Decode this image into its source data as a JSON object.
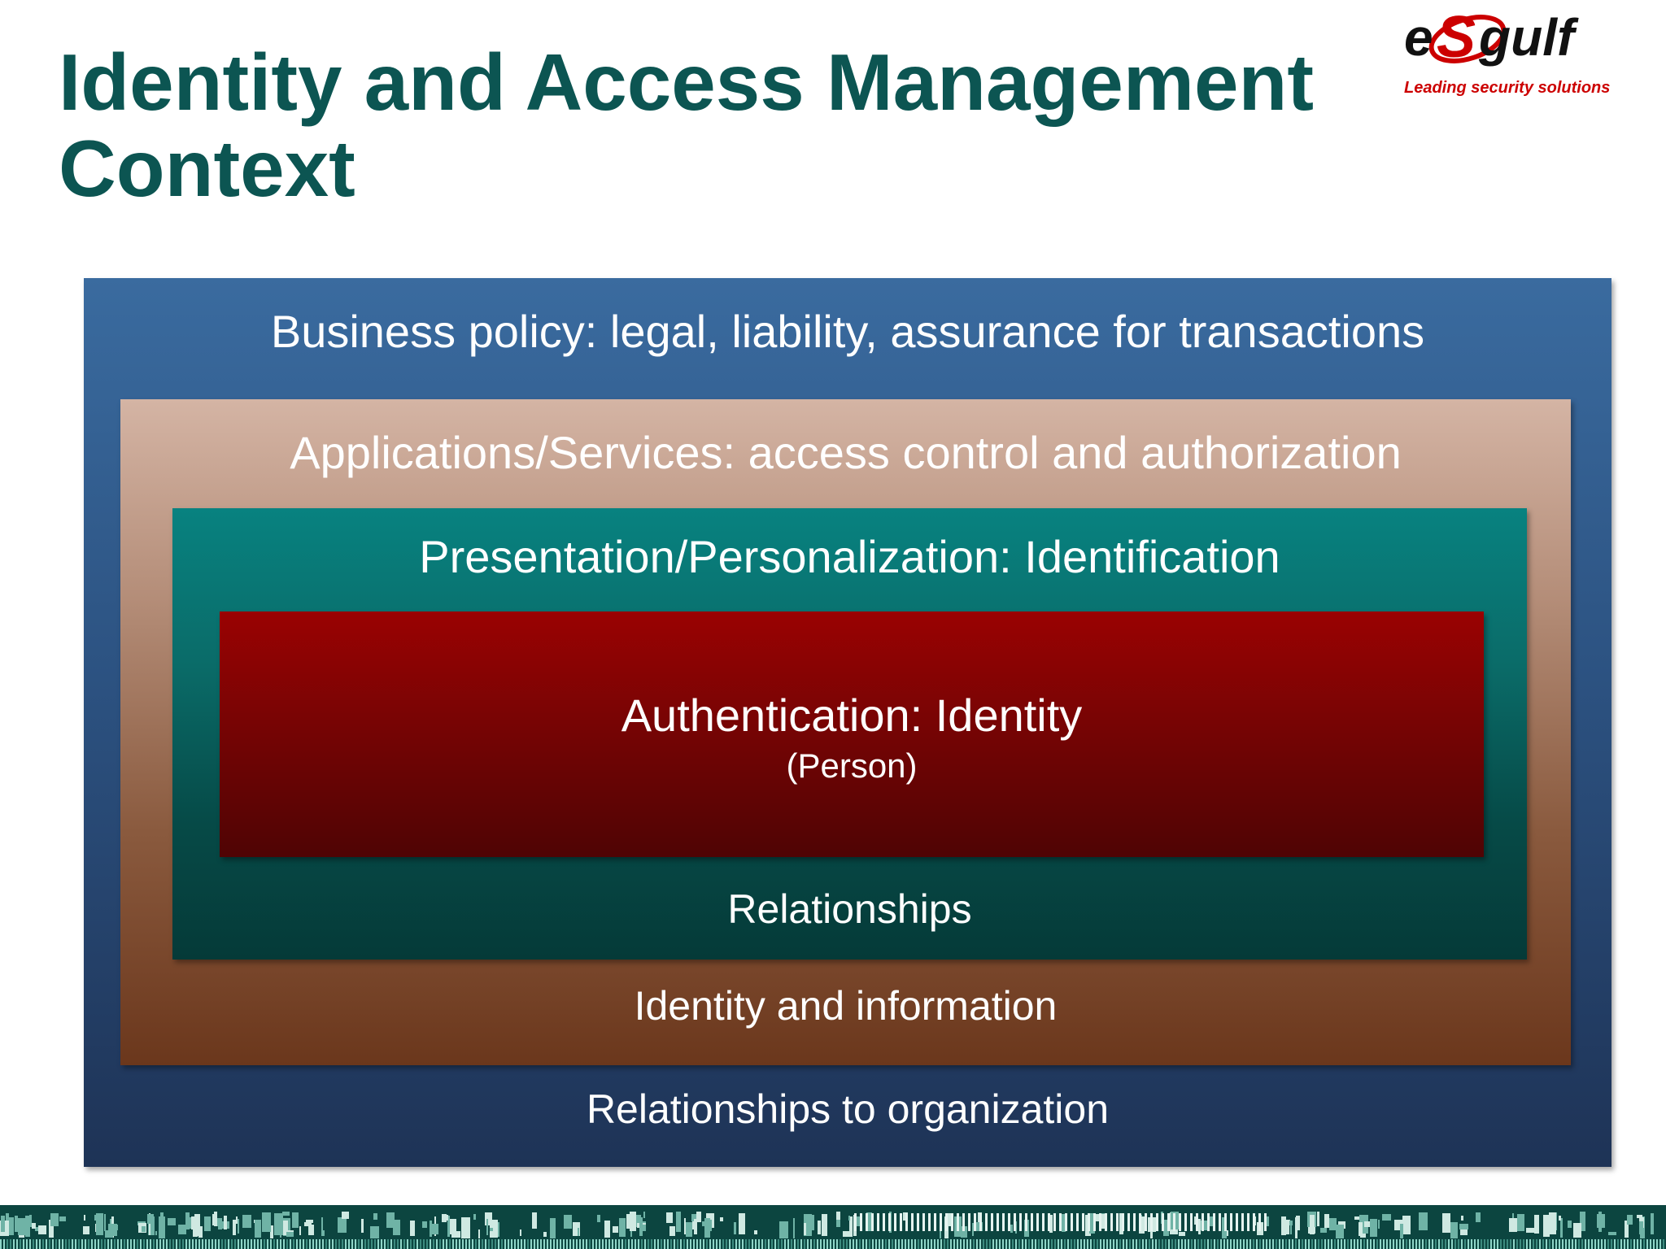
{
  "title": {
    "line1": "Identity and Access Management",
    "line2": "Context"
  },
  "logo": {
    "brand": "eSgulf",
    "tagline": "Leading security solutions",
    "colors": {
      "brand_text": "#111111",
      "accent": "#cc0000",
      "tagline": "#cc0000"
    }
  },
  "diagram": {
    "business": {
      "top_label": "Business policy: legal, liability, assurance for transactions",
      "bottom_label": "Relationships to organization"
    },
    "applications": {
      "top_label": "Applications/Services: access control and authorization",
      "bottom_label": "Identity and information"
    },
    "presentation": {
      "top_label": "Presentation/Personalization: Identification",
      "bottom_label": "Relationships"
    },
    "authentication": {
      "label": "Authentication: Identity",
      "sublabel": "(Person)"
    }
  },
  "colors": {
    "title": "#0c5552",
    "business_layer": "#2c5281",
    "applications_layer": "#b48d78",
    "presentation_layer": "#0a6b68",
    "authentication_layer": "#780404",
    "footer": "#0c4540"
  }
}
